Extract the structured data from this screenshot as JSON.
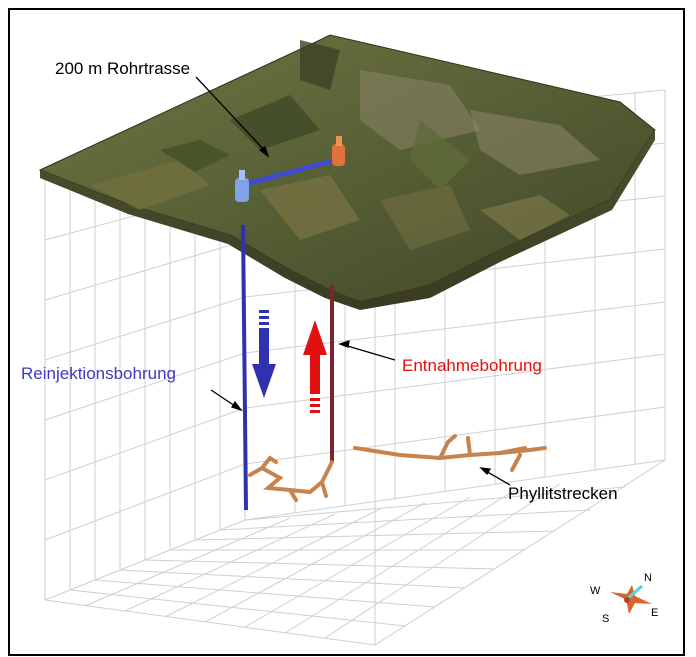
{
  "labels": {
    "pipeline": "200 m Rohrtrasse",
    "reinjection": "Reinjektionsbohrung",
    "extraction": "Entnahmebohrung",
    "phyllite": "Phyllitstrecken"
  },
  "compass": {
    "n": "N",
    "e": "E",
    "s": "S",
    "w": "W"
  },
  "colors": {
    "reinjection": "#2f32b0",
    "extraction": "#e01010",
    "extraction_well": "#7a2630",
    "phyllite": "#c8824c",
    "terrain": "#556036",
    "grid": "#d0d0d0"
  }
}
